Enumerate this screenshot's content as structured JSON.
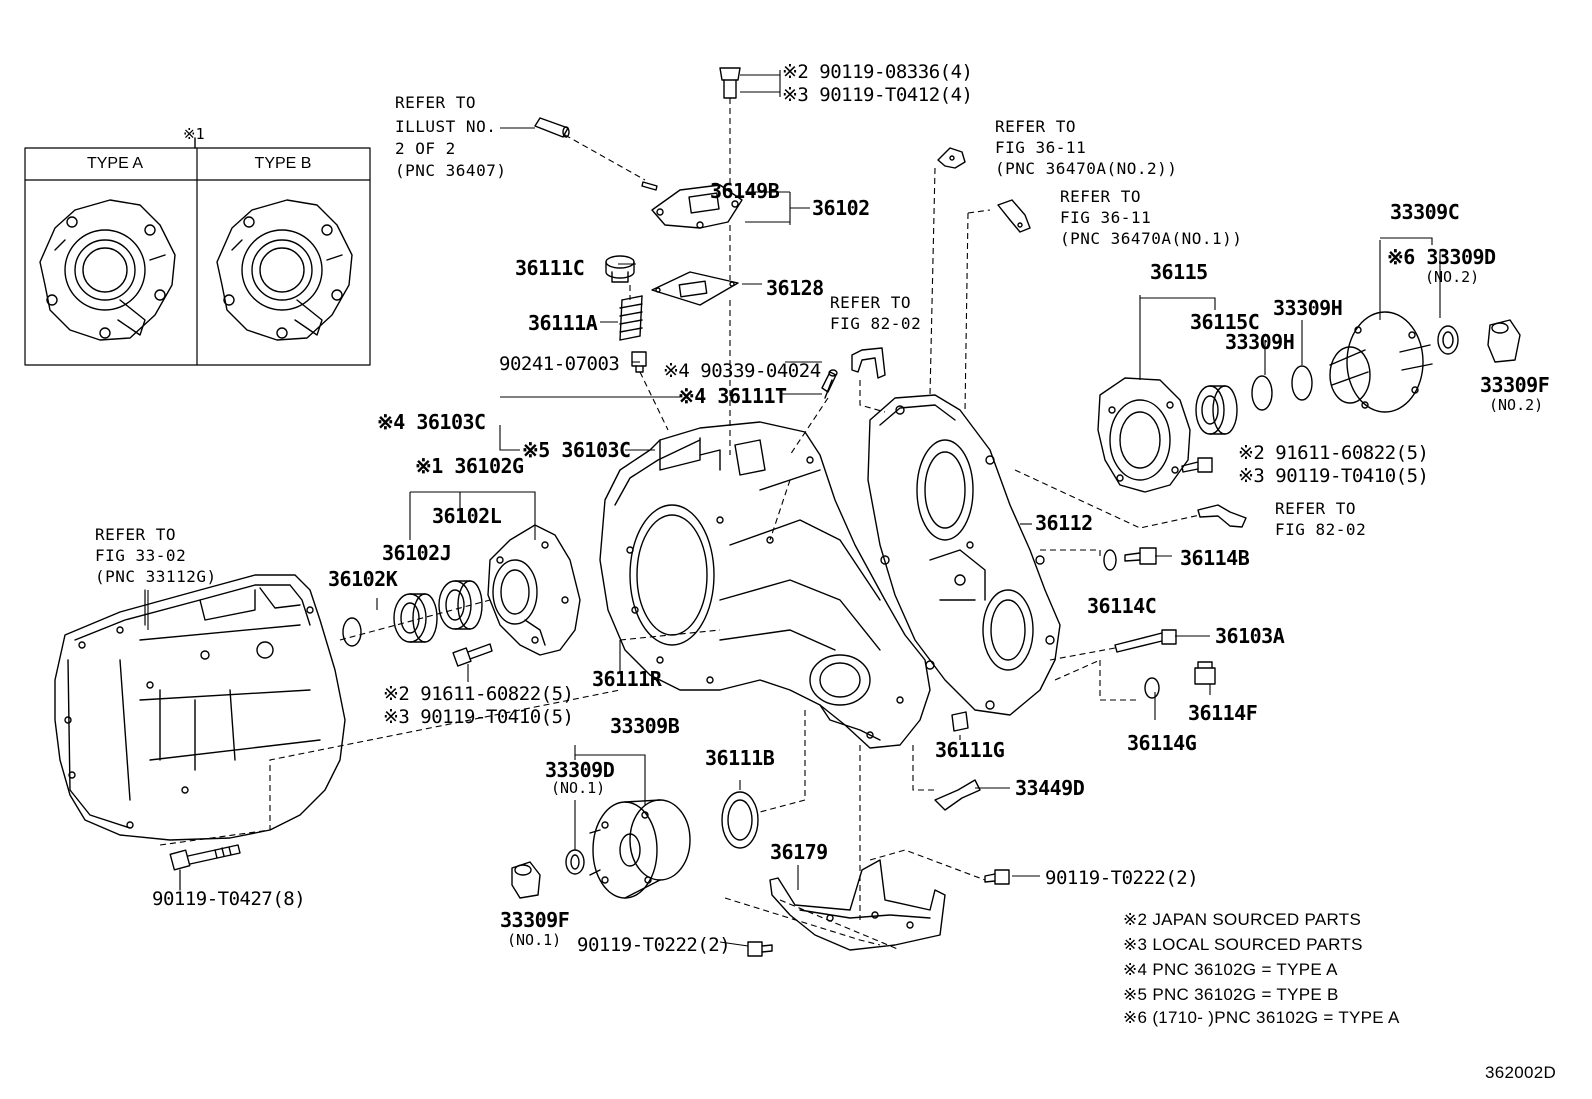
{
  "inset": {
    "mark": "※1",
    "type_a": "TYPE A",
    "type_b": "TYPE B"
  },
  "refs": {
    "illust": [
      "REFER TO",
      "ILLUST NO.",
      "2 OF 2",
      "(PNC 36407)"
    ],
    "fig33": [
      "REFER TO",
      "FIG 33-02",
      "(PNC 33112G)"
    ],
    "fig36_no2": [
      "REFER TO",
      "FIG 36-11",
      "(PNC 36470A(NO.2))"
    ],
    "fig36_no1": [
      "REFER TO",
      "FIG 36-11",
      "(PNC 36470A(NO.1))"
    ],
    "fig82_top": [
      "REFER TO",
      "FIG 82-02"
    ],
    "fig82_right": [
      "REFER TO",
      "FIG 82-02"
    ]
  },
  "parts": {
    "p1": "※2 90119-08336(4)",
    "p2": "※3 90119-T0412(4)",
    "p3": "36149B",
    "p4": "36102",
    "p5": "36111C",
    "p6": "36128",
    "p7": "36111A",
    "p8": "90241-07003",
    "p9": "※4 90339-04024",
    "p10": "※4 36111T",
    "p11": "※4 36103C",
    "p12": "※5 36103C",
    "p13": "※1 36102G",
    "p14": "36102L",
    "p15": "36102J",
    "p16": "36102K",
    "p17": "※2 91611-60822(5)",
    "p18": "※3 90119-T0410(5)",
    "p19": "36111R",
    "p20": "33309B",
    "p21": "33309D",
    "p22": "(NO.1)",
    "p23": "36111B",
    "p24": "33309F",
    "p25": "(NO.1)",
    "p26": "90119-T0222(2)",
    "p27": "36179",
    "p28": "90119-T0222(2)",
    "p29": "90119-T0427(8)",
    "p30": "36111G",
    "p31": "33449D",
    "p32": "36112",
    "p33": "36115",
    "p34": "36115C",
    "p35": "33309H",
    "p36": "33309H",
    "p37": "33309C",
    "p38": "※6 33309D",
    "p39": "(NO.2)",
    "p40": "33309F",
    "p41": "(NO.2)",
    "p42": "※2 91611-60822(5)",
    "p43": "※3 90119-T0410(5)",
    "p44": "36114B",
    "p45": "36114C",
    "p46": "36103A",
    "p47": "36114F",
    "p48": "36114G"
  },
  "notes": [
    "※2 JAPAN SOURCED PARTS",
    "※3 LOCAL SOURCED PARTS",
    "※4 PNC 36102G = TYPE A",
    "※5 PNC 36102G = TYPE B",
    "※6 (1710-        )PNC 36102G = TYPE A"
  ],
  "figure_id": "362002D"
}
